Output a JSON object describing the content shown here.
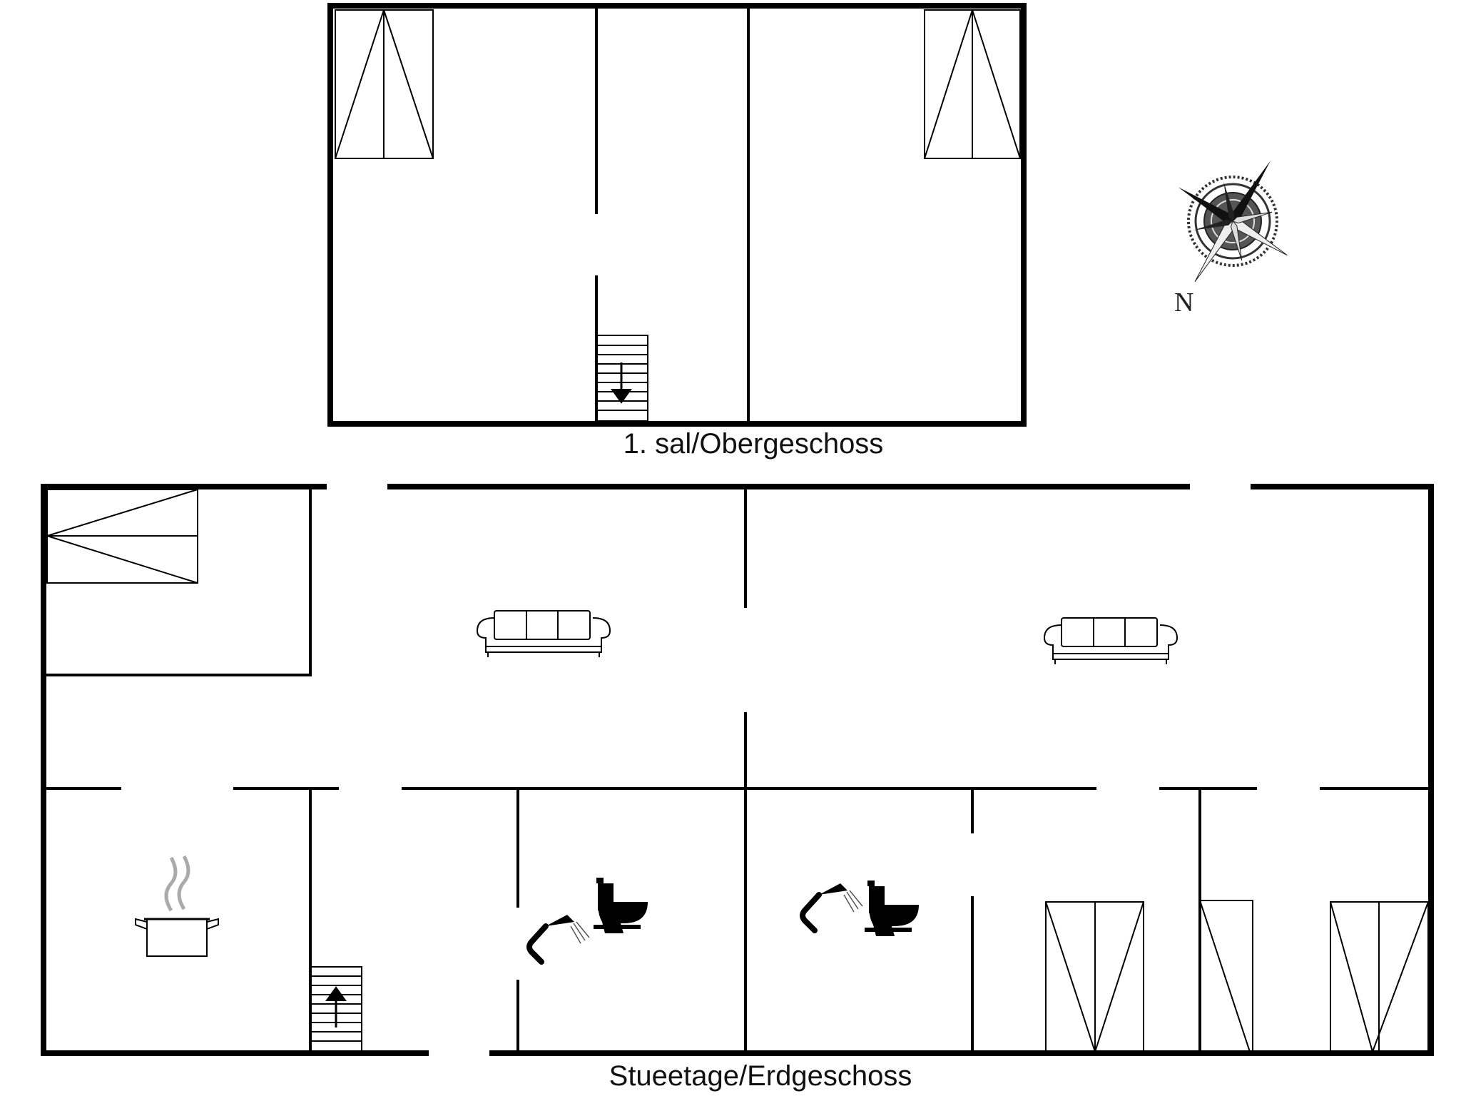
{
  "floors": {
    "upper": {
      "label": "1. sal/Obergeschoss"
    },
    "ground": {
      "label": "Stueetage/Erdgeschoss"
    }
  },
  "compass": {
    "label": "N",
    "icon": "compass-rose-icon"
  },
  "icons": {
    "sofa": "sofa-icon",
    "cooking_pot": "cooking-pot-icon",
    "shower": "shower-icon",
    "toilet": "toilet-icon",
    "bed": "bed-icon",
    "stairs": "stairs-icon"
  },
  "colors": {
    "wall": "#000000",
    "background": "#ffffff",
    "steam": "#aaaaaa"
  }
}
